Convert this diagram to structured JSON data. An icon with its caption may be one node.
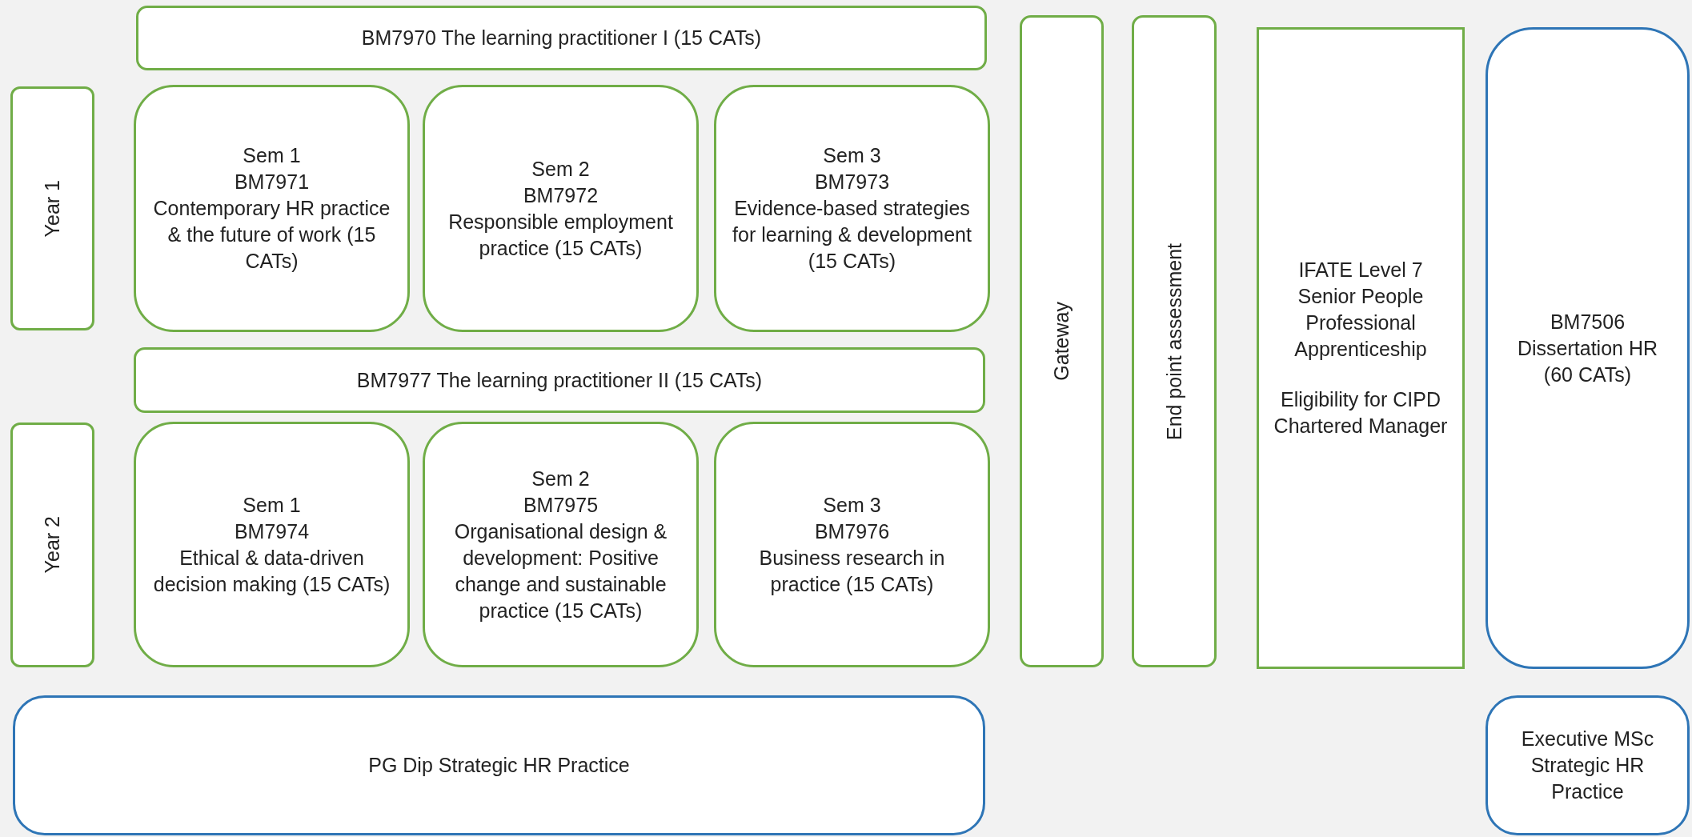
{
  "diagram": {
    "nodes": [
      {
        "text": [
          "BM7970 The learning practitioner I (15 CATs)"
        ]
      },
      {
        "text": [
          "Gateway"
        ]
      },
      {
        "text": [
          "End point assessment"
        ]
      },
      {
        "text": [
          "IFATE Level 7 Senior People Professional Apprenticeship",
          "Eligibility for CIPD Chartered Manager"
        ]
      },
      {
        "text": [
          "BM7506 Dissertation HR (60 CATs)"
        ]
      },
      {
        "text": [
          "Year 1"
        ]
      },
      {
        "text": [
          "Sem 1",
          "BM7971",
          "Contemporary HR practice & the future of work (15 CATs)"
        ]
      },
      {
        "text": [
          "Sem 2",
          "BM7972",
          "Responsible employment practice (15 CATs)"
        ]
      },
      {
        "text": [
          "Sem 3",
          "BM7973",
          "Evidence-based strategies for learning & development (15 CATs)"
        ]
      },
      {
        "text": [
          "BM7977 The learning practitioner II (15 CATs)"
        ]
      },
      {
        "text": [
          "Year 2"
        ]
      },
      {
        "text": [
          "Sem 1",
          "BM7974",
          "Ethical & data-driven decision making (15 CATs)"
        ]
      },
      {
        "text": [
          "Sem 2",
          "BM7975",
          "Organisational design & development: Positive change and sustainable practice (15 CATs)"
        ]
      },
      {
        "text": [
          "Sem 3",
          "BM7976",
          "Business research in practice (15 CATs)"
        ]
      },
      {
        "text": [
          "PG Dip Strategic HR Practice"
        ]
      },
      {
        "text": [
          "Executive MSc Strategic HR Practice"
        ]
      }
    ],
    "edges": []
  }
}
